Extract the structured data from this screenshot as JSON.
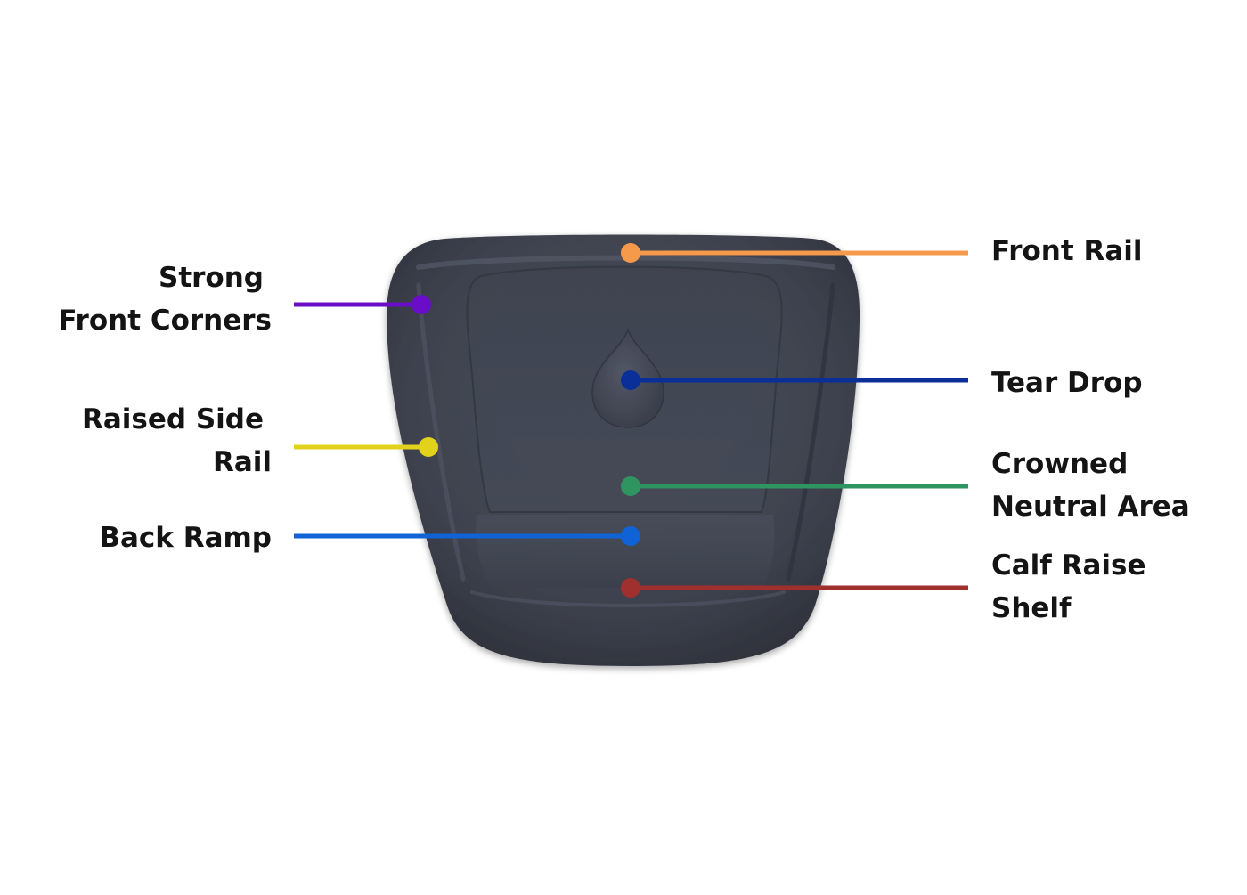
{
  "colors": {
    "background": "#ffffff",
    "pad_base": "#3b3f4a",
    "pad_edge": "#2a2d35",
    "text": "#141414"
  },
  "callouts": {
    "strong_front_corners": {
      "lines": [
        "Strong",
        "Front Corners"
      ],
      "color": "#6a0dc8",
      "side": "left"
    },
    "raised_side_rail": {
      "lines": [
        "Raised Side",
        "Rail"
      ],
      "color": "#e2d21b",
      "side": "left"
    },
    "back_ramp": {
      "lines": [
        "Back Ramp"
      ],
      "color": "#0f63d6",
      "side": "left"
    },
    "front_rail": {
      "lines": [
        "Front Rail"
      ],
      "color": "#f59a4a",
      "side": "right"
    },
    "tear_drop": {
      "lines": [
        "Tear Drop"
      ],
      "color": "#0b2f99",
      "side": "right"
    },
    "crowned_neutral_area": {
      "lines": [
        "Crowned",
        "Neutral Area"
      ],
      "color": "#2e9460",
      "side": "right"
    },
    "calf_raise_shelf": {
      "lines": [
        "Calf Raise",
        "Shelf"
      ],
      "color": "#a0302d",
      "side": "right"
    }
  }
}
